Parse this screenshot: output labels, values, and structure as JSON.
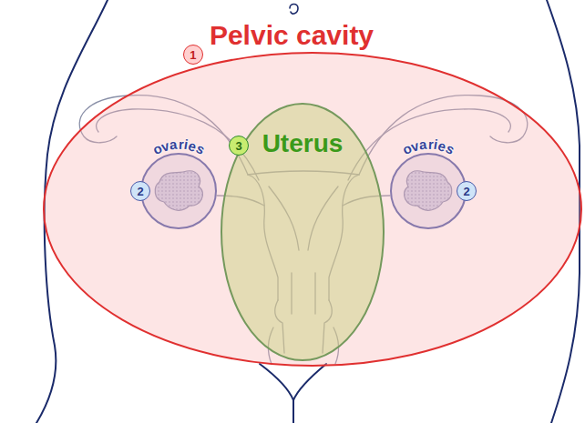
{
  "diagram": {
    "nodes": [
      {
        "text": [
          "1",
          "Pelvic cavity"
        ]
      },
      {
        "text": [
          "3",
          "Uterus"
        ],
        "in": 0
      },
      {
        "text": [
          "2",
          "ovaries"
        ],
        "in": 0
      },
      {
        "text": [
          "2",
          "ovaries"
        ],
        "in": 0
      }
    ]
  }
}
